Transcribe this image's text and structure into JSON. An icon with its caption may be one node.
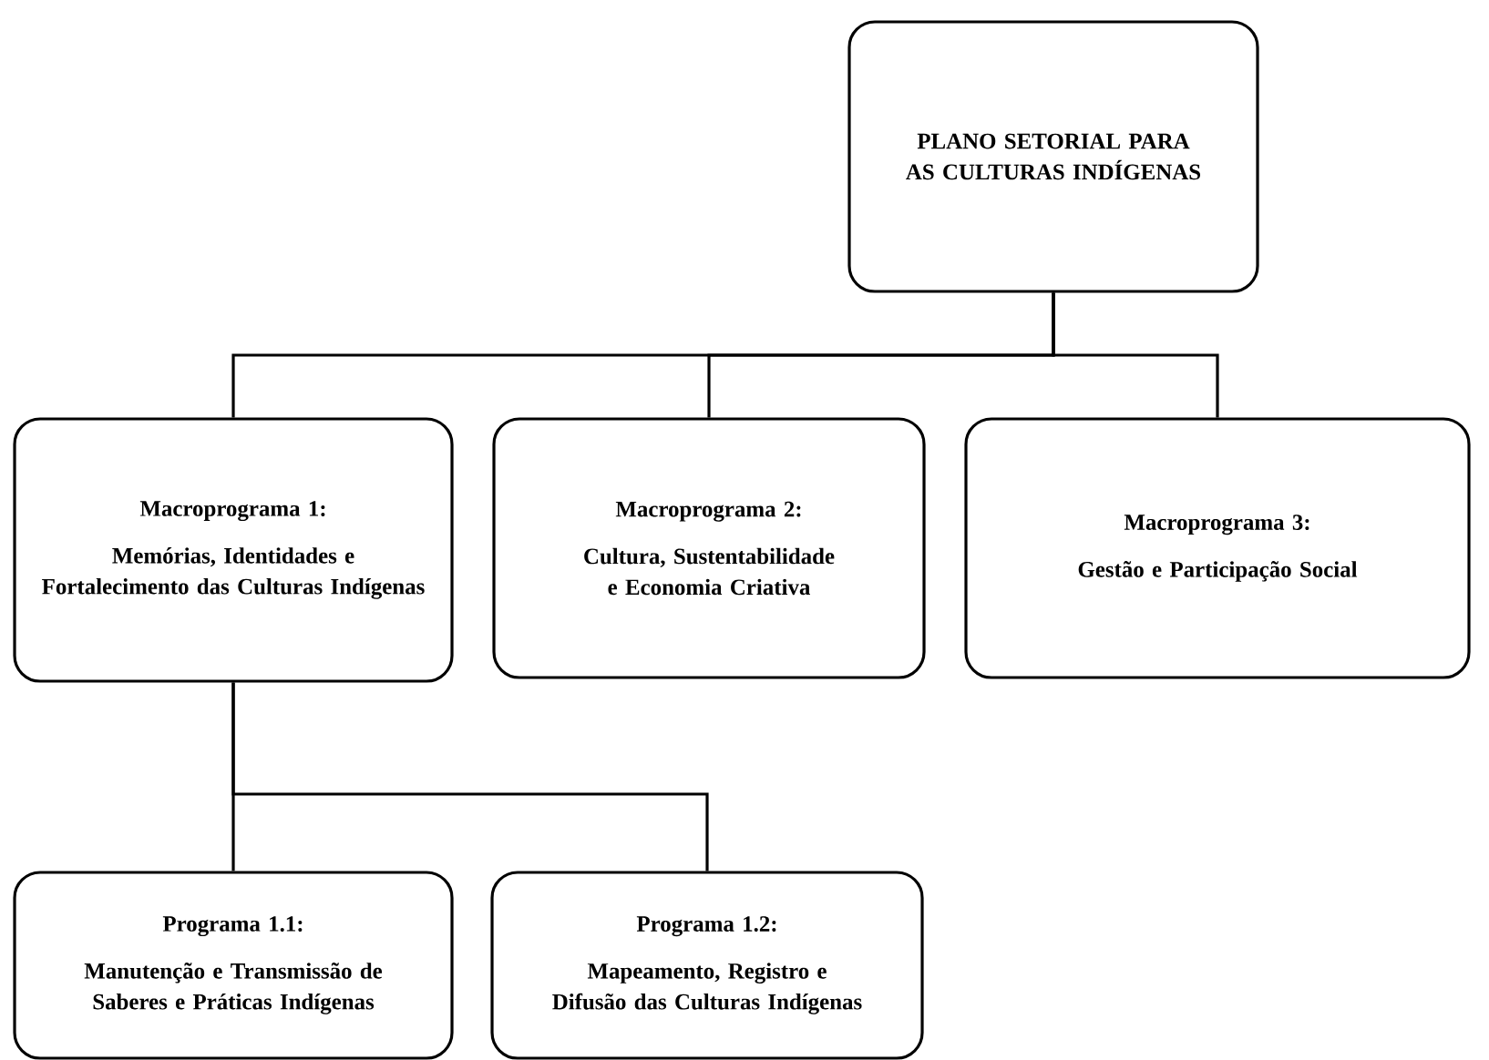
{
  "diagram": {
    "nodes": [
      {
        "text": [
          "PLANO SETORIAL PARA AS CULTURAS INDÍGENAS"
        ]
      },
      {
        "text": [
          "Macroprograma 1:",
          "Memórias, Identidades e Fortalecimento das Culturas Indígenas"
        ]
      },
      {
        "text": [
          "Macroprograma 2:",
          "Cultura, Sustentabilidade e Economia Criativa"
        ]
      },
      {
        "text": [
          "Macroprograma 3:",
          "Gestão e Participação Social"
        ]
      },
      {
        "text": [
          "Programa 1.1:",
          "Manutenção e Transmissão de Saberes e Práticas Indígenas"
        ]
      },
      {
        "text": [
          "Programa 1.2:",
          "Mapeamento, Registro e Difusão das Culturas Indígenas"
        ]
      }
    ],
    "edges": [
      {
        "from": 0,
        "to": 1,
        "arrow": "none"
      },
      {
        "from": 0,
        "to": 2,
        "arrow": "none"
      },
      {
        "from": 0,
        "to": 3,
        "arrow": "none"
      },
      {
        "from": 1,
        "to": 4,
        "arrow": "none"
      },
      {
        "from": 1,
        "to": 5,
        "arrow": "none"
      }
    ]
  }
}
